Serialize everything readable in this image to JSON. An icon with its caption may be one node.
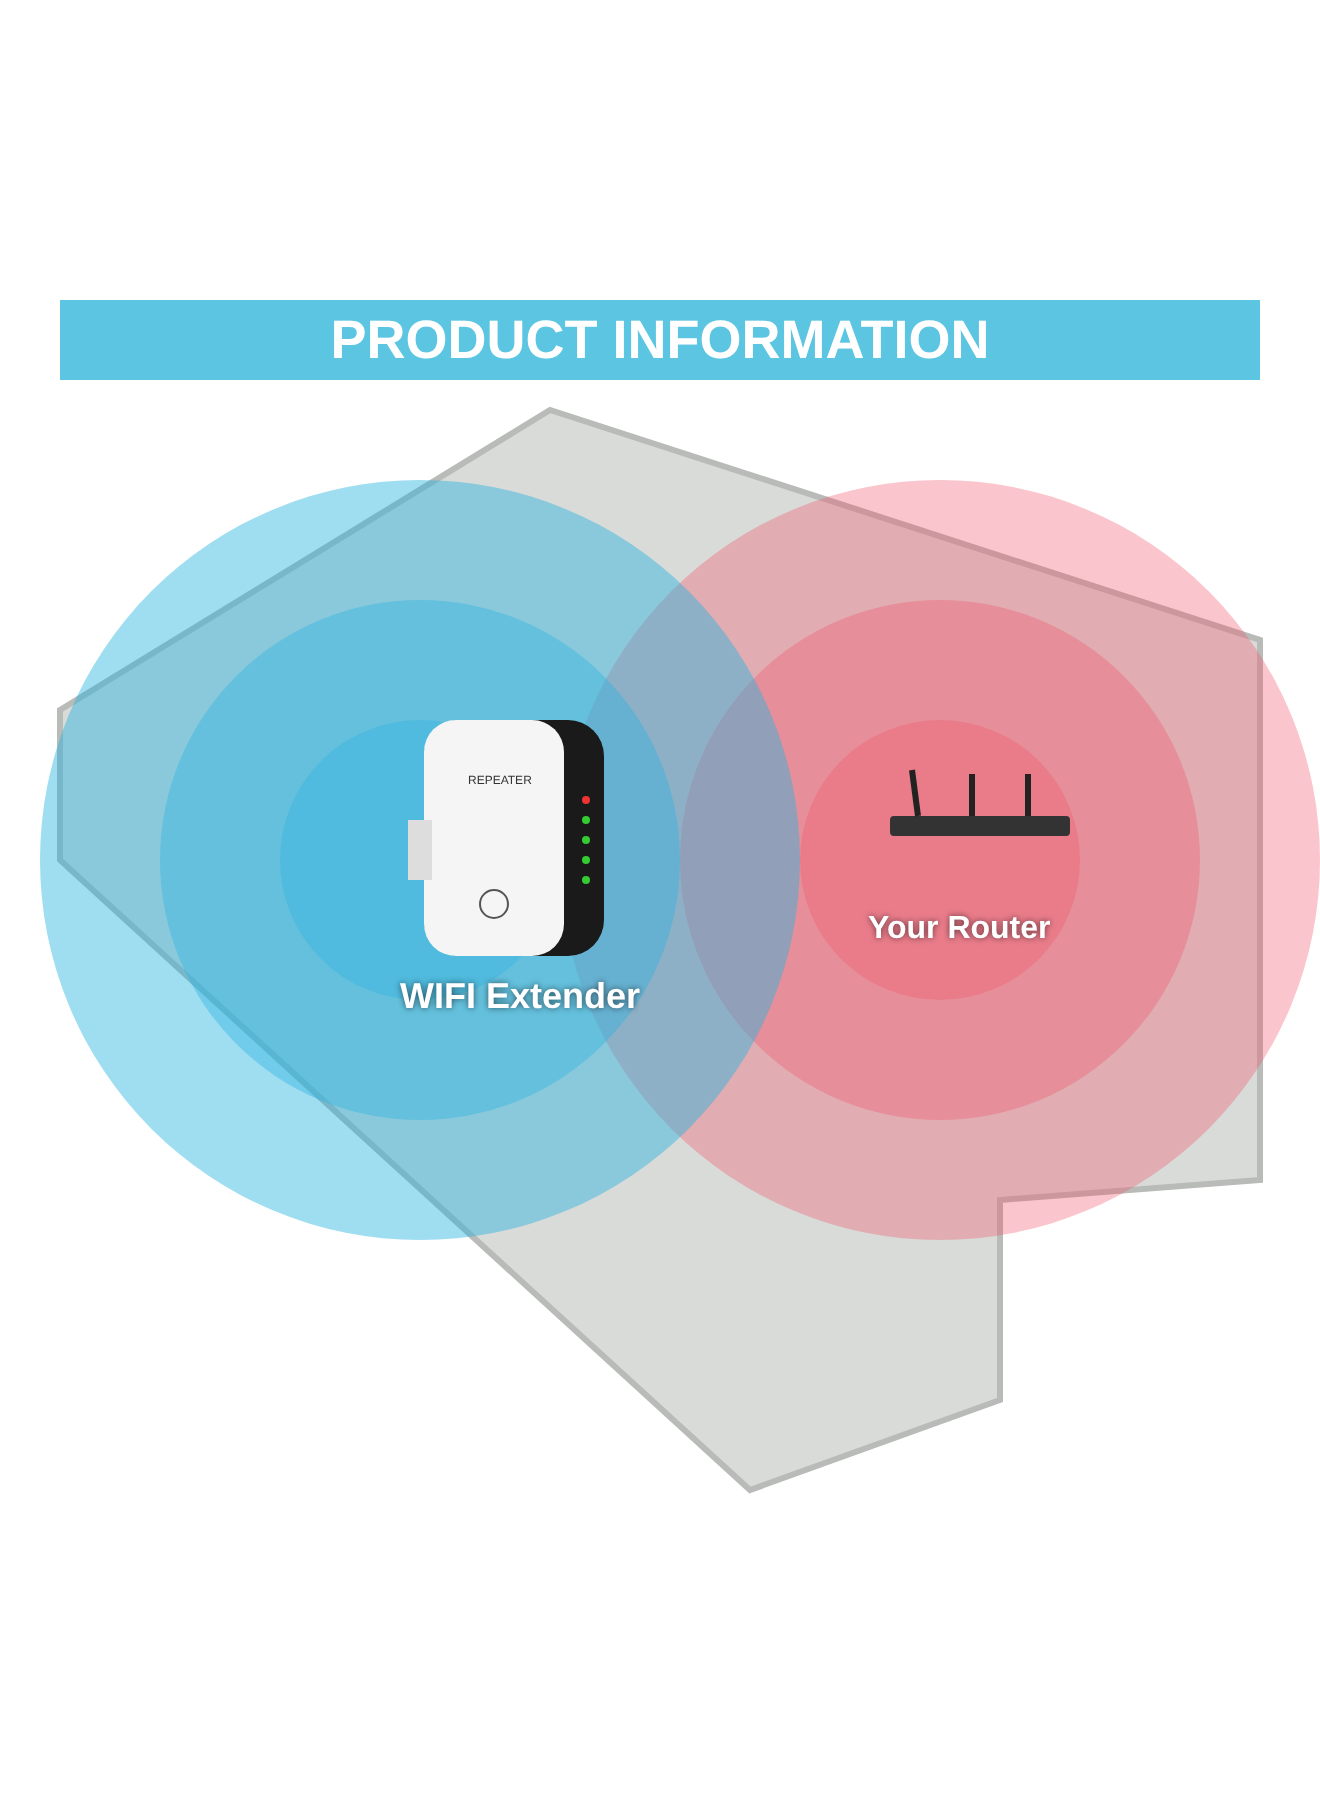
{
  "diagram": {
    "title": "PRODUCT INFORMATION",
    "labels": [
      "REPEATER",
      "WIFI Extender",
      "Your Router"
    ]
  }
}
